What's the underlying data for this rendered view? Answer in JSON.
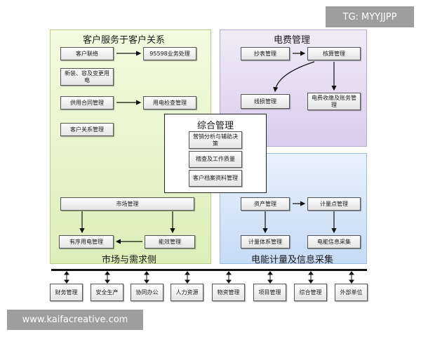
{
  "regions": {
    "customer": {
      "title": "客户服务于客户关系"
    },
    "billing": {
      "title": "电费管理"
    },
    "metering": {
      "title": "电能计量及信息采集"
    },
    "market": {
      "title": "市场与需求侧"
    },
    "management": {
      "title": "综合管理"
    }
  },
  "customer_boxes": {
    "contact": "客户联络",
    "hotline": "95598业务处理",
    "new_install": "新装、容及变更用电",
    "contract": "供用合同管理",
    "inspection": "用电检查管理",
    "relationship": "客户关系管理"
  },
  "billing_boxes": {
    "meter_reading": "抄表管理",
    "accounting": "核算管理",
    "line_loss": "线损管理",
    "collection": "电费收缴及账务管理"
  },
  "management_boxes": {
    "analysis": "营销分析与辅助决策",
    "audit": "稽查及工作质量",
    "archive": "客户档案资料管理"
  },
  "market_boxes": {
    "market": "市场管理",
    "orderly": "有序用电管理",
    "efficiency": "能效管理"
  },
  "metering_boxes": {
    "assets": "资产管理",
    "points": "计量点管理",
    "system": "计量体系管理",
    "collection": "电能信息采集"
  },
  "external_systems": [
    "财务管理",
    "安全生产",
    "协同办公",
    "人力资源",
    "物资管理",
    "项目管理",
    "综合管理",
    "外部单位"
  ],
  "watermarks": {
    "top": "TG: MYYJJPP",
    "bottom": "www.kaifacreative.com"
  }
}
